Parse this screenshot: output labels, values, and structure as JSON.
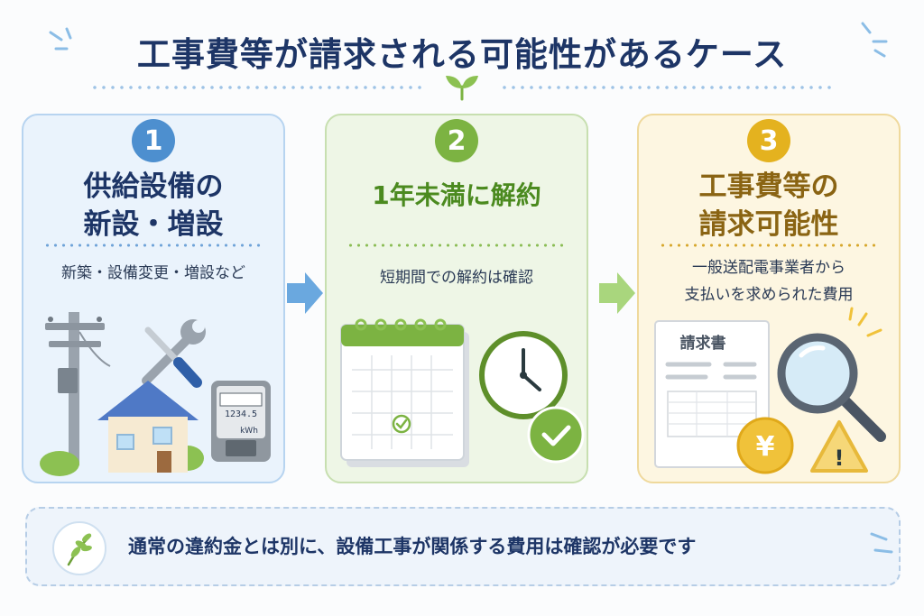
{
  "title": "工事費等が請求される可能性があるケース",
  "cards": [
    {
      "number": "1",
      "heading_line1": "供給設備の",
      "heading_line2": "新設・増設",
      "sub_line1": "新築・設備変更・増設など",
      "meter_reading": "1234.5",
      "meter_unit": "kWh"
    },
    {
      "number": "2",
      "heading_line1": "1年未満に解約",
      "sub_line1": "短期間での解約は確認"
    },
    {
      "number": "3",
      "heading_line1": "工事費等の",
      "heading_line2": "請求可能性",
      "sub_line1": "一般送配電事業者から",
      "sub_line2": "支払いを求められた費用",
      "invoice_title": "請求書",
      "yen_symbol": "¥",
      "warning_symbol": "!"
    }
  ],
  "footer": {
    "text": "通常の違約金とは別に、設備工事が関係する費用は確認が必要です"
  },
  "colors": {
    "title": "#1d3566",
    "card1_accent": "#4d8fcf",
    "card2_accent": "#7cb342",
    "card3_accent": "#e4b21f"
  },
  "icons": [
    "sprout-icon",
    "utility-pole-icon",
    "wrench-screwdriver-icon",
    "house-icon",
    "electric-meter-icon",
    "calendar-icon",
    "clock-icon",
    "check-icon",
    "invoice-icon",
    "magnifier-icon",
    "yen-coin-icon",
    "warning-icon",
    "arrow-right-icon",
    "leaf-icon"
  ]
}
